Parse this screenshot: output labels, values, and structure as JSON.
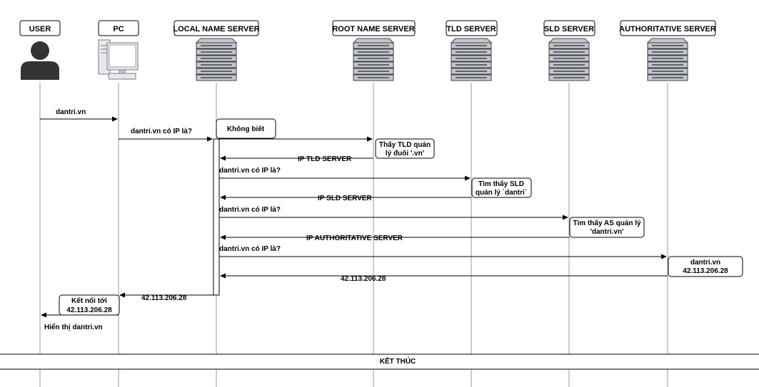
{
  "actors": {
    "user": "USER",
    "pc": "PC",
    "local": "LOCAL NAME SERVER",
    "root": "ROOT NAME SERVER",
    "tld": "TLD SERVER",
    "sld": "SLD SERVER",
    "auth": "AUTHORITATIVE SERVER"
  },
  "messages": {
    "m1": "dantri.vn",
    "m2": "dantri.vn có IP là?",
    "m4": "IP TLD SERVER",
    "m5": "dantri.vn có IP là?",
    "m6": "IP SLD SERVER",
    "m7": "dantri.vn có IP là?",
    "m8": "IP AUTHORITATIVE SERVER",
    "m9": "dantri.vn có IP là?",
    "m10": "42.113.206.28",
    "m11": "42.113.206.28",
    "m12": "Hiển thị dantri.vn"
  },
  "notes": {
    "local": "Không biết",
    "root": [
      "Thấy TLD quản",
      "lý đuôi '.vn'"
    ],
    "tld": [
      "Tìm thấy SLD",
      "quản lý `dantri`"
    ],
    "sld": [
      "Tìm thấy AS quản lý",
      "'dantri.vn'"
    ],
    "auth": [
      "dantri.vn",
      "42.113.206.28"
    ],
    "pc": [
      "Kết nối tới",
      "42.113.206.28"
    ]
  },
  "footer": "KẾT THÚC",
  "colors": {
    "server_fill": "#c3c6cc",
    "server_stripe": "#3f4147",
    "lifeline": "#9a9a9a"
  }
}
